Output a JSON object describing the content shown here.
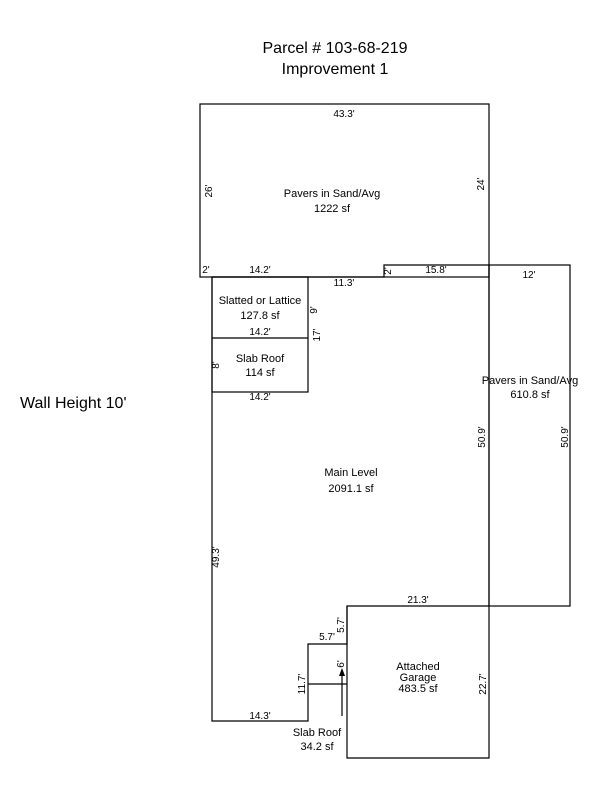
{
  "header": {
    "parcel": "Parcel # 103-68-219",
    "improvement": "Improvement 1"
  },
  "wall_height": "Wall Height 10'",
  "areas": {
    "pavers_top": {
      "name": "Pavers in Sand/Avg",
      "size": "1222 sf"
    },
    "slatted": {
      "name": "Slatted or Lattice",
      "size": "127.8 sf"
    },
    "slab_roof_upper": {
      "name": "Slab Roof",
      "size": "114 sf"
    },
    "pavers_right": {
      "name": "Pavers in Sand/Avg",
      "size": "610.8 sf"
    },
    "main_level": {
      "name": "Main Level",
      "size": "2091.1 sf"
    },
    "garage": {
      "name1": "Attached",
      "name2": "Garage",
      "size": "483.5 sf"
    },
    "slab_roof_lower": {
      "name": "Slab Roof",
      "size": "34.2 sf"
    }
  },
  "dimensions": {
    "top_width": "43.3'",
    "left_pavers": "26'",
    "right_pavers_top": "24'",
    "d_2_left": "2'",
    "d_14_2_a": "14.2'",
    "d_11_3": "11.3'",
    "d_2_step": "2'",
    "d_15_8": "15.8'",
    "d_12": "12'",
    "d_9": "9'",
    "d_17": "17'",
    "d_14_2_b": "14.2'",
    "d_8": "8'",
    "d_14_2_c": "14.2'",
    "d_50_9_left": "50.9'",
    "d_50_9_right": "50.9'",
    "d_49_3": "49.3'",
    "d_21_3": "21.3'",
    "d_5_7_v": "5.7'",
    "d_5_7_h": "5.7'",
    "d_6": "6'",
    "d_11_7": "11.7'",
    "d_22_7": "22.7'",
    "d_14_3": "14.3'"
  }
}
